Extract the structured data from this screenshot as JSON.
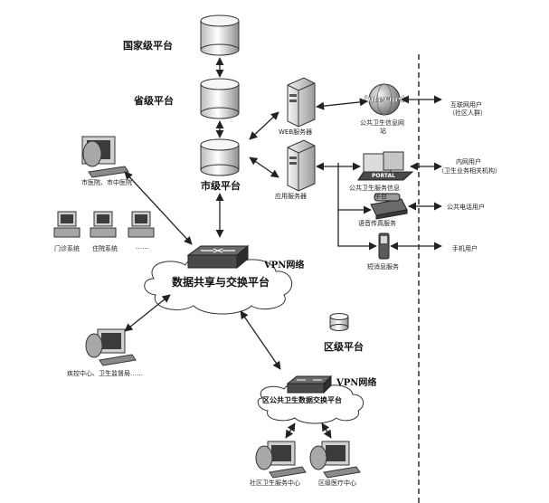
{
  "platforms": {
    "national": "国家级平台",
    "provincial": "省级平台",
    "municipal": "市级平台",
    "district": "区级平台"
  },
  "servers": {
    "web": "WEB服务器",
    "app": "应用服务器"
  },
  "services": {
    "internet_logo": "internet",
    "info_net": "公共卫生信息网",
    "info_net_suffix": "站",
    "portal_logo": "PORTAL",
    "service_platform": "公共卫生服务信息",
    "service_platform_suffix": "平台",
    "voice": "语音传真服务",
    "sms": "短消息服务"
  },
  "users": {
    "internet": "互联网用户",
    "internet_sub": "（社区人群）",
    "intranet": "内网用户",
    "intranet_sub": "（卫生业务相关机构）",
    "phone": "公共电话用户",
    "mobile": "手机用户"
  },
  "hospital": {
    "name": "市医院、市中医院",
    "outpatient": "门诊系统",
    "inpatient": "住院系统",
    "ellipsis": "……"
  },
  "exchange": {
    "vpn1": "VPN网络",
    "main": "数据共享与交换平台",
    "vpn2": "VPN网络",
    "district": "区公共卫生数据交换平台"
  },
  "cdc": {
    "name": "疾控中心、卫生监督局……"
  },
  "community": {
    "service_center": "社区卫生服务中心",
    "medical_center": "区级医疗中心"
  },
  "colors": {
    "line": "#222222",
    "shade": "#9a9a9a",
    "dark": "#3c3c3c"
  }
}
